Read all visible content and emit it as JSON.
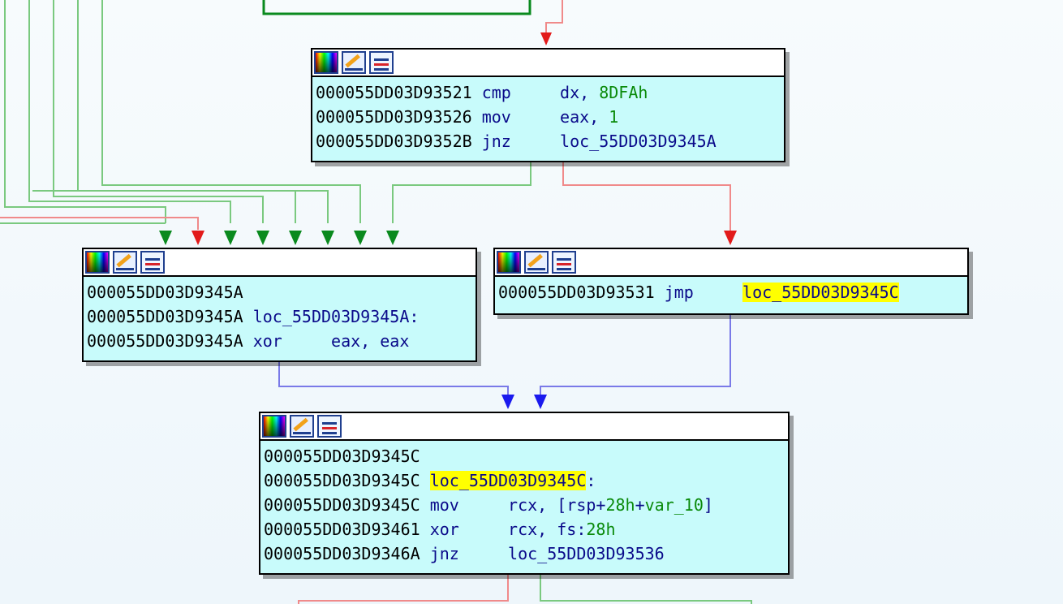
{
  "graph": {
    "nodes": [
      {
        "id": "cmp-block",
        "lines": [
          {
            "addr": "000055DD03D93521",
            "sep1": " ",
            "mnem": "cmp",
            "pad": "     ",
            "ops": [
              {
                "t": "dx, "
              },
              {
                "t": "8DFAh",
                "c": "num"
              }
            ]
          },
          {
            "addr": "000055DD03D93526",
            "sep1": " ",
            "mnem": "mov",
            "pad": "     ",
            "ops": [
              {
                "t": "eax, "
              },
              {
                "t": "1",
                "c": "num"
              }
            ]
          },
          {
            "addr": "000055DD03D9352B",
            "sep1": " ",
            "mnem": "jnz",
            "pad": "     ",
            "ops": [
              {
                "t": "loc_55DD03D9345A"
              }
            ]
          }
        ]
      },
      {
        "id": "xor-block",
        "lines": [
          {
            "addr": "000055DD03D9345A",
            "sep1": "",
            "mnem": "",
            "pad": "",
            "ops": []
          },
          {
            "addr": "000055DD03D9345A",
            "sep1": " ",
            "mnem": "loc_55DD03D9345A:",
            "pad": "",
            "ops": []
          },
          {
            "addr": "000055DD03D9345A",
            "sep1": " ",
            "mnem": "xor",
            "pad": "     ",
            "ops": [
              {
                "t": "eax, eax"
              }
            ]
          }
        ]
      },
      {
        "id": "jmp-block",
        "lines": [
          {
            "addr": "000055DD03D93531",
            "sep1": " ",
            "mnem": "jmp",
            "pad": "     ",
            "ops": [
              {
                "t": "loc_55DD03D9345C",
                "c": "hl"
              }
            ]
          }
        ]
      },
      {
        "id": "merge-block",
        "lines": [
          {
            "addr": "000055DD03D9345C",
            "sep1": "",
            "mnem": "",
            "pad": "",
            "ops": []
          },
          {
            "addr": "000055DD03D9345C",
            "sep1": " ",
            "mnem": "",
            "pad": "",
            "ops": [
              {
                "t": "loc_55DD03D9345C",
                "c": "hl"
              },
              {
                "t": ":"
              }
            ]
          },
          {
            "addr": "000055DD03D9345C",
            "sep1": " ",
            "mnem": "mov",
            "pad": "     ",
            "ops": [
              {
                "t": "rcx, [rsp+"
              },
              {
                "t": "28h",
                "c": "num"
              },
              {
                "t": "+"
              },
              {
                "t": "var_10",
                "c": "num"
              },
              {
                "t": "]"
              }
            ]
          },
          {
            "addr": "000055DD03D93461",
            "sep1": " ",
            "mnem": "xor",
            "pad": "     ",
            "ops": [
              {
                "t": "rcx, fs:"
              },
              {
                "t": "28h",
                "c": "num"
              }
            ]
          },
          {
            "addr": "000055DD03D9346A",
            "sep1": " ",
            "mnem": "jnz",
            "pad": "     ",
            "ops": [
              {
                "t": "loc_55DD03D93536"
              }
            ]
          }
        ]
      }
    ],
    "toolbar_icons": [
      "color-palette-icon",
      "edit-pencil-icon",
      "graph-view-icon"
    ],
    "colors": {
      "node_bg": "#c8fbfb",
      "edge_true": "#0a8a1e",
      "edge_true_light": "#7ac97f",
      "edge_false": "#e21b1b",
      "edge_false_light": "#f08a8a",
      "edge_jump": "#1a1aee",
      "edge_jump_light": "#7a7ae8",
      "highlight": "#ffff00"
    }
  }
}
